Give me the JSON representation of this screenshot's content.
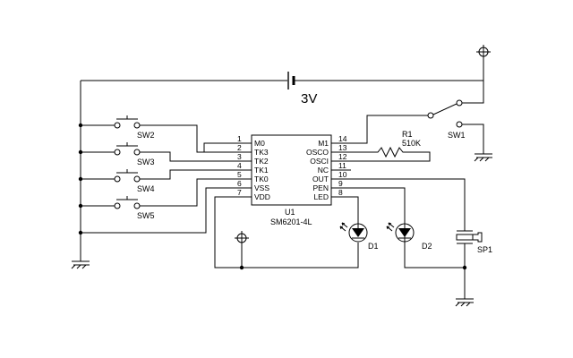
{
  "battery": {
    "label": "3V"
  },
  "switches": [
    {
      "ref": "SW2"
    },
    {
      "ref": "SW3"
    },
    {
      "ref": "SW4"
    },
    {
      "ref": "SW5"
    }
  ],
  "power_switch": {
    "ref": "SW1"
  },
  "resistor": {
    "ref": "R1",
    "value": "510K"
  },
  "ic": {
    "ref": "U1",
    "part": "SM6201-4L",
    "left_pins": [
      {
        "num": "1",
        "name": "M0"
      },
      {
        "num": "2",
        "name": "TK3"
      },
      {
        "num": "3",
        "name": "TK2"
      },
      {
        "num": "4",
        "name": "TK1"
      },
      {
        "num": "5",
        "name": "TK0"
      },
      {
        "num": "6",
        "name": "VSS"
      },
      {
        "num": "7",
        "name": "VDD"
      }
    ],
    "right_pins": [
      {
        "num": "14",
        "name": "M1"
      },
      {
        "num": "13",
        "name": "OSCO"
      },
      {
        "num": "12",
        "name": "OSCI"
      },
      {
        "num": "11",
        "name": "NC"
      },
      {
        "num": "10",
        "name": "OUT"
      },
      {
        "num": "9",
        "name": "PEN"
      },
      {
        "num": "8",
        "name": "LED"
      }
    ]
  },
  "leds": [
    {
      "ref": "D1"
    },
    {
      "ref": "D2"
    }
  ],
  "speaker": {
    "ref": "SP1"
  }
}
